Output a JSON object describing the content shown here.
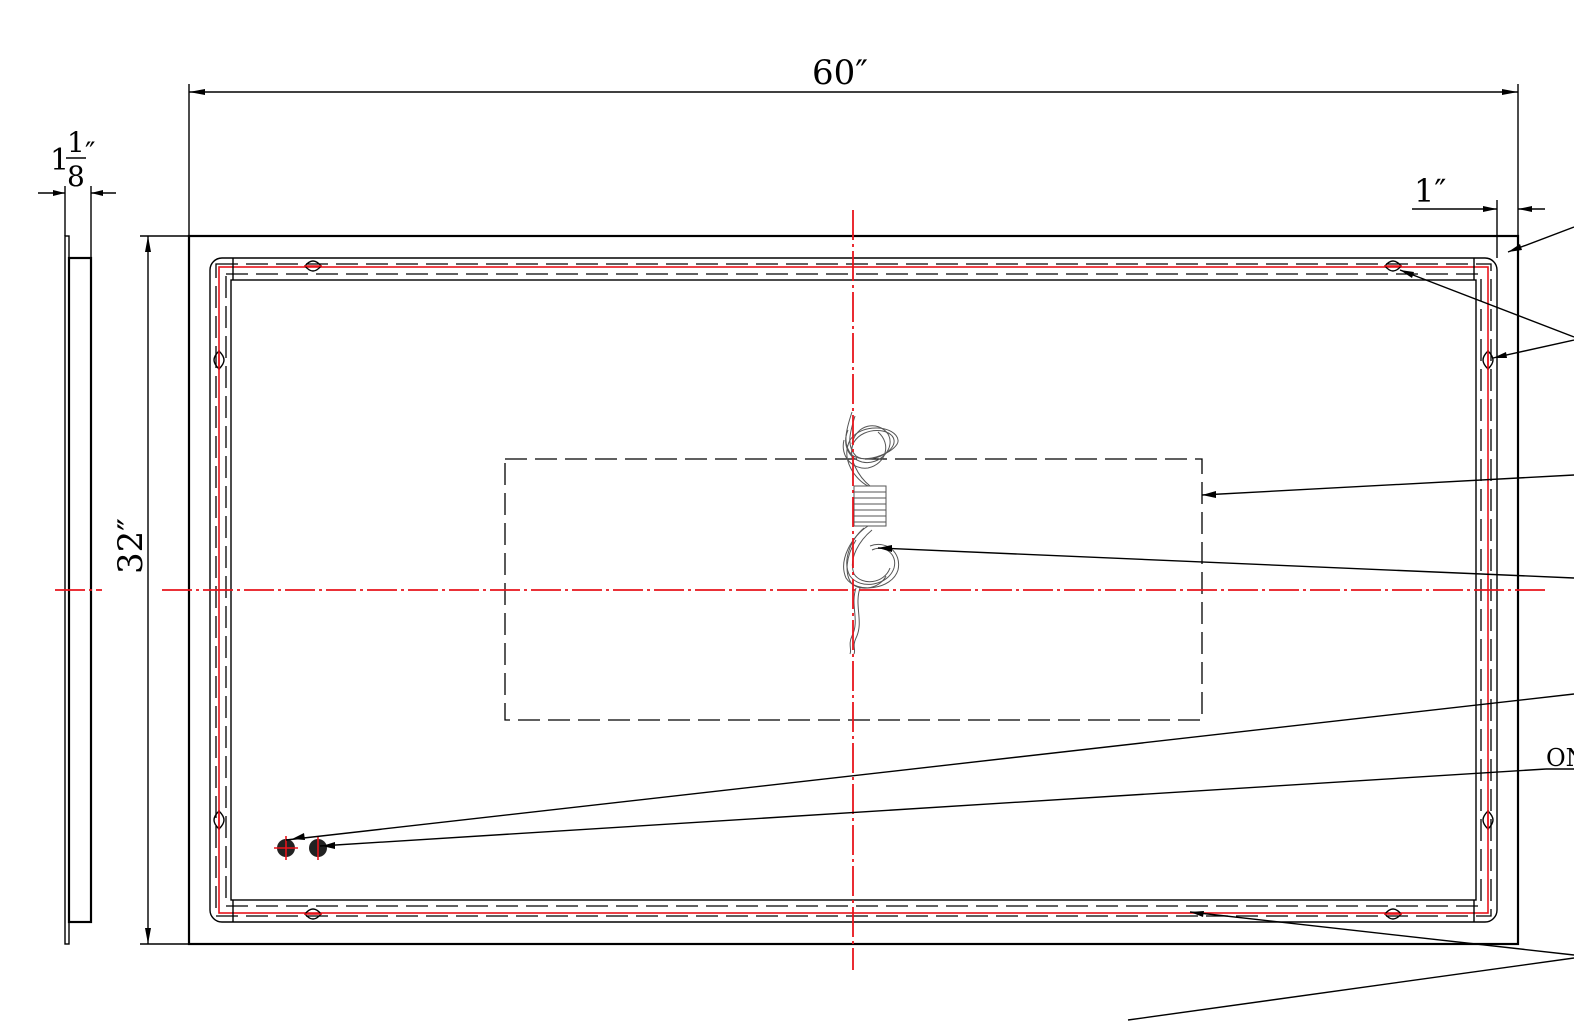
{
  "dimensions": {
    "width": "60″",
    "height": "32″",
    "thickness_whole": "1",
    "thickness_num": "1",
    "thickness_den": "8",
    "thickness_unit": "″",
    "edge_inset": "1″"
  },
  "callouts": {
    "switch_label": "ON"
  },
  "colors": {
    "centerline": "#e8141c",
    "led_strip": "#e8141c",
    "linework": "#000000"
  }
}
